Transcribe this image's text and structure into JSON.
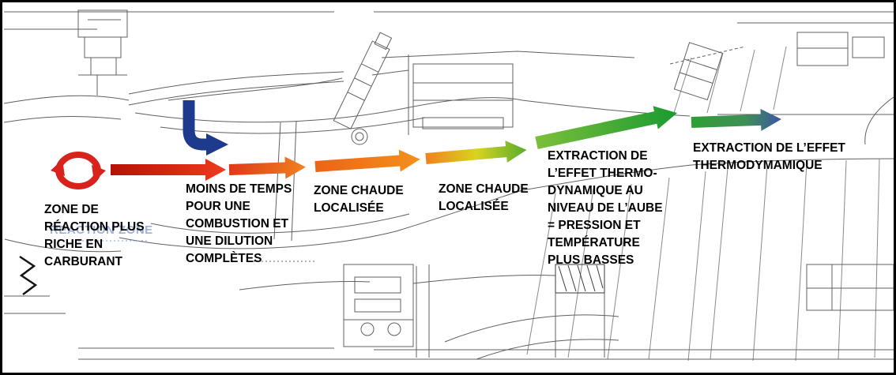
{
  "diagram": {
    "labels": {
      "reaction_zone_watermark": "REACTION ZONE",
      "zone_reaction": "ZONE DE\nRÉACTION PLUS\nRICHE EN\nCARBURANT",
      "moins_de_temps": "MOINS DE TEMPS\nPOUR UNE\nCOMBUSTION ET\nUNE DILUTION\nCOMPLÈTES",
      "zone_chaude_1": "ZONE CHAUDE\nLOCALISÉE",
      "zone_chaude_2": "ZONE CHAUDE\nLOCALISÉE",
      "extraction_aube": "EXTRACTION DE\nL’EFFET THERMO-\nDYNAMIQUE AU\nNIVEAU DE L’AUBE\n= PRESSION ET\nTEMPÉRATURE\nPLUS BASSES",
      "extraction_effet": "EXTRACTION DE L’EFFET\nTHERMODYMAMIQUE"
    },
    "arrows": [
      {
        "name": "recirculation-arrow",
        "color": "#d8231c"
      },
      {
        "name": "fuel-rich-flow-arrow",
        "color_start": "#b51208",
        "color_end": "#ef3b1e"
      },
      {
        "name": "dilution-air-arrow",
        "color": "#1d3a8c"
      },
      {
        "name": "combustion-flow-arrow",
        "color_start": "#e0391a",
        "color_end": "#f0821e"
      },
      {
        "name": "hot-zone-arrow-1",
        "color_start": "#ee6316",
        "color_end": "#f2911d"
      },
      {
        "name": "hot-zone-arrow-2",
        "color_start": "#f0821e",
        "color_end": "#57ac2f"
      },
      {
        "name": "turbine-extraction-arrow",
        "color_start": "#7bbf3a",
        "color_end": "#1a9a30"
      },
      {
        "name": "downstream-extraction-arrow",
        "color_start": "#2f9e35",
        "color_end": "#3b55a5"
      }
    ],
    "colors": {
      "border": "#000000",
      "line_art": "#555555",
      "text": "#000000",
      "watermark_text": "#9db3d6"
    }
  }
}
